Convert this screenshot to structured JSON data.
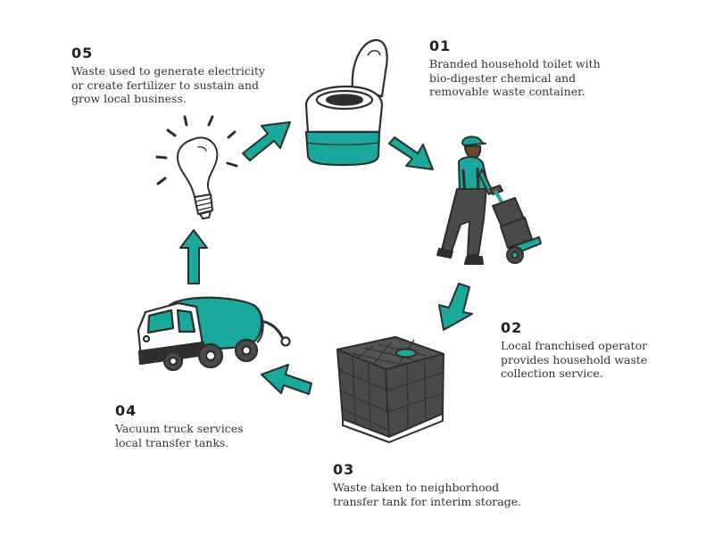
{
  "colors": {
    "teal": "#1aa79c",
    "dark": "#2e2e2e",
    "tank": "#4a4a4a"
  },
  "steps": [
    {
      "number": "01",
      "text": "Branded household toilet with\nbio-digester chemical and\nremovable waste container.",
      "icon": "toilet-icon"
    },
    {
      "number": "02",
      "text": "Local franchised operator\nprovides household waste\ncollection service.",
      "icon": "operator-icon"
    },
    {
      "number": "03",
      "text": "Waste taken to neighborhood\ntransfer tank for interim storage.",
      "icon": "transfer-tank-icon"
    },
    {
      "number": "04",
      "text": "Vacuum truck services\nlocal transfer tanks.",
      "icon": "vacuum-truck-icon"
    },
    {
      "number": "05",
      "text": "Waste used to generate electricity\nor create fertilizer to sustain and\ngrow local business.",
      "icon": "lightbulb-icon"
    }
  ]
}
